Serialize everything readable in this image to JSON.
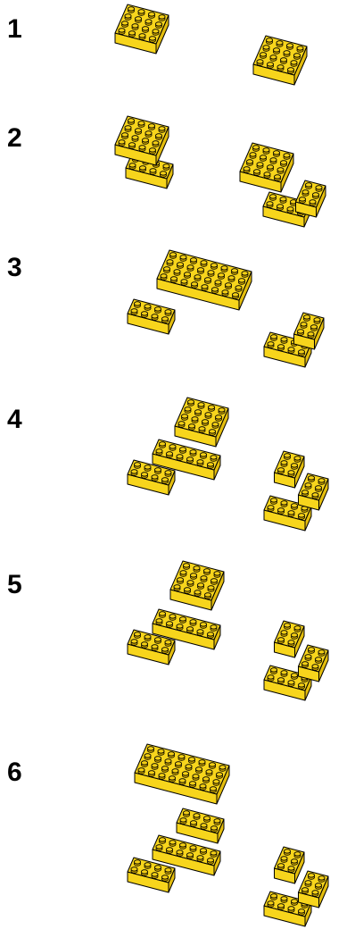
{
  "steps": [
    {
      "label": "1"
    },
    {
      "label": "2"
    },
    {
      "label": "3"
    },
    {
      "label": "4"
    },
    {
      "label": "5"
    },
    {
      "label": "6"
    }
  ],
  "colors": {
    "brick": "#f7d51c",
    "brick_side": "#e3bd0e",
    "brick_dark": "#c9a300",
    "outline": "#000000",
    "stud": "#f4cf14"
  }
}
